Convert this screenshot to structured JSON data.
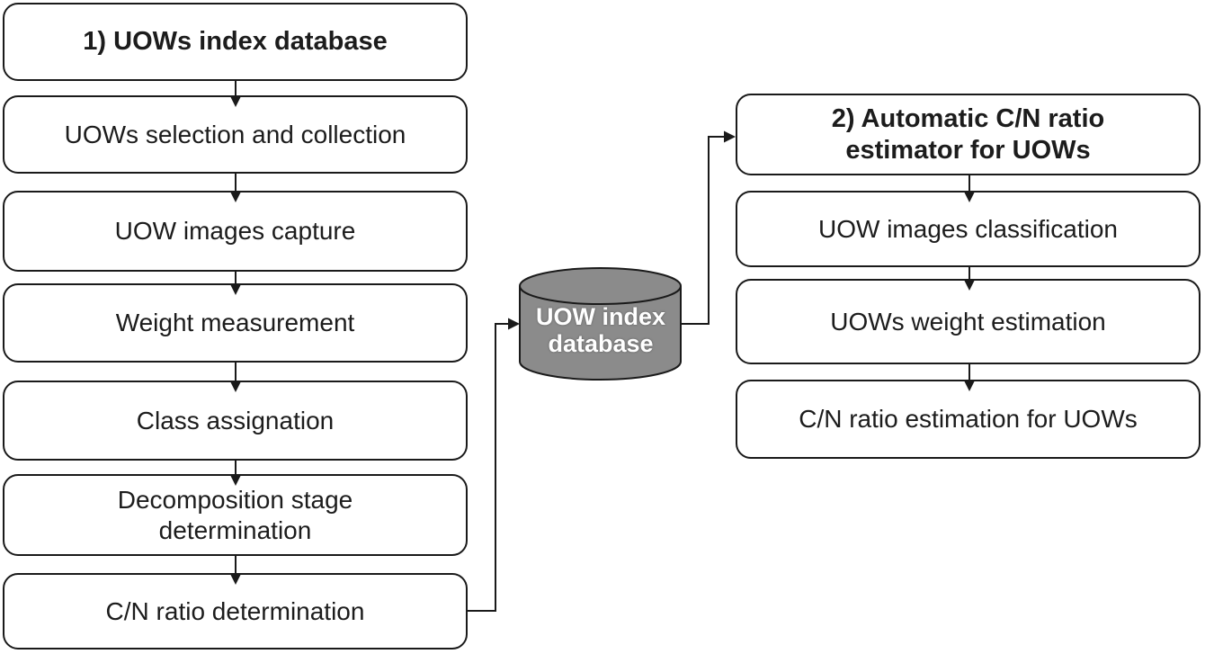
{
  "diagram": {
    "left_flow": {
      "title": "1) UOWs index database",
      "steps": [
        "UOWs selection and collection",
        "UOW images capture",
        "Weight measurement",
        "Class assignation",
        "Decomposition stage determination",
        "C/N ratio determination"
      ]
    },
    "database": {
      "label_lines": [
        "UOW index",
        "database"
      ],
      "fill_color": "#8b8b8b",
      "text_color": "#ffffff"
    },
    "right_flow": {
      "title": "2) Automatic C/N ratio estimator for UOWs",
      "steps": [
        "UOW images classification",
        "UOWs weight estimation",
        "C/N ratio estimation for UOWs"
      ]
    },
    "colors": {
      "box_fill": "#ffffff",
      "box_border": "#1a1a1a",
      "connector": "#1a1a1a",
      "background": "#ffffff"
    }
  }
}
